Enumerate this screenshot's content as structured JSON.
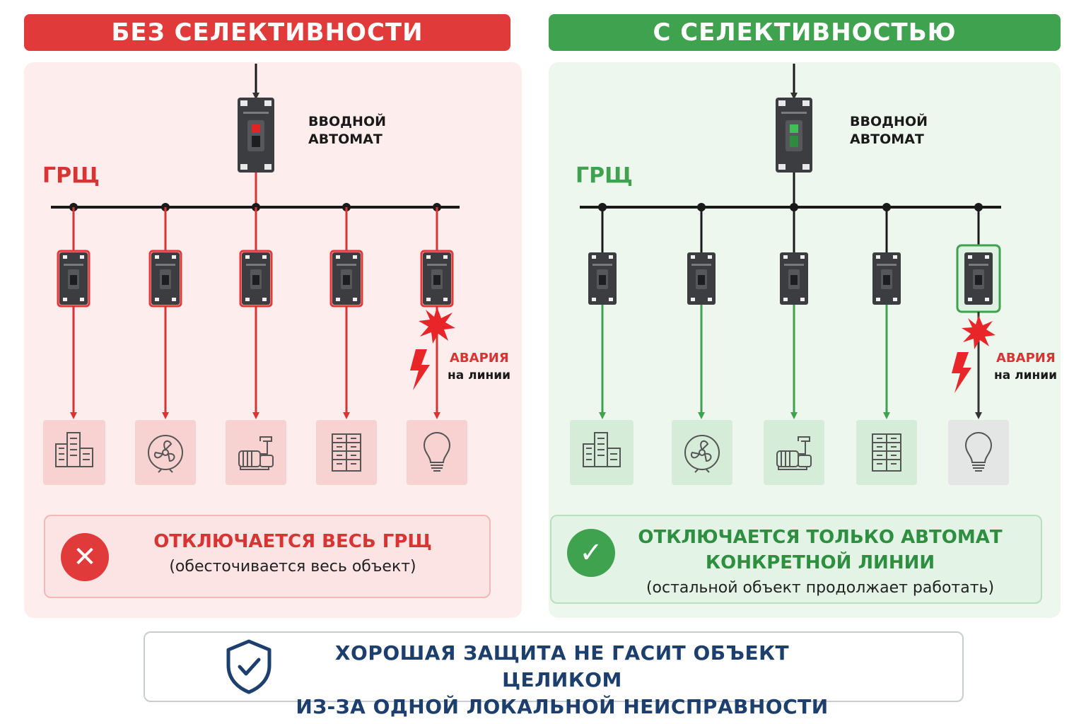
{
  "panels": {
    "left": {
      "title": "БЕЗ СЕЛЕКТИВНОСТИ",
      "main_breaker_label": [
        "ВВОДНОЙ",
        "АВТОМАТ"
      ],
      "switchboard_label": "ГРЩ",
      "fault_label": "АВАРИЯ",
      "fault_sub": "на линии",
      "result_main": "ОТКЛЮЧАЕТСЯ ВЕСЬ ГРЩ",
      "result_sub": "(обесточивается весь объект)",
      "result_icon": "cross-icon"
    },
    "right": {
      "title": "С СЕЛЕКТИВНОСТЬЮ",
      "main_breaker_label": [
        "ВВОДНОЙ",
        "АВТОМАТ"
      ],
      "switchboard_label": "ГРЩ",
      "fault_label": "АВАРИЯ",
      "fault_sub": "на линии",
      "result_main_1": "ОТКЛЮЧАЕТСЯ ТОЛЬКО АВТОМАТ",
      "result_main_2": "КОНКРЕТНОЙ ЛИНИИ",
      "result_sub": "(остальной объект продолжает работать)",
      "result_icon": "check-icon"
    }
  },
  "loads": [
    "building-icon",
    "fan-icon",
    "pump-motor-icon",
    "electrical-cabinet-icon",
    "light-bulb-icon"
  ],
  "footer": {
    "line1": "ХОРОШАЯ ЗАЩИТА НЕ ГАСИТ ОБЪЕКТ ЦЕЛИКОМ",
    "line2": "ИЗ-ЗА ОДНОЙ ЛОКАЛЬНОЙ НЕИСПРАВНОСТИ",
    "icon": "shield-check-icon"
  },
  "colors": {
    "red": "#e13a3a",
    "green": "#3fa24e",
    "dark": "#1a1a1a",
    "navy": "#1d3f6e"
  }
}
